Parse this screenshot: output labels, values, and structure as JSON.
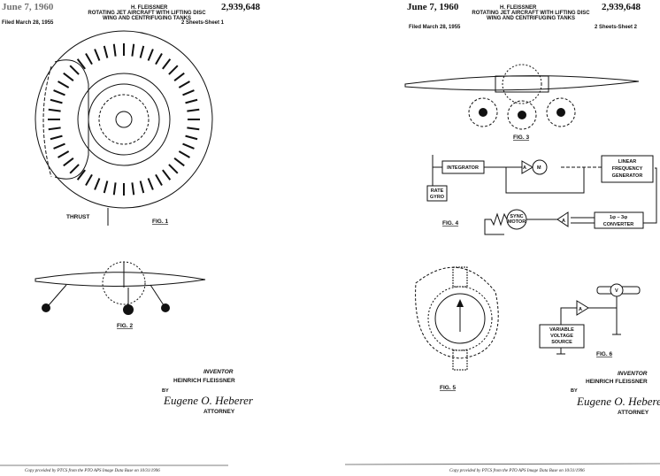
{
  "sheets": [
    {
      "date": "June 7, 1960",
      "inventor_name": "H. FLEISSNER",
      "patent_number": "2,939,648",
      "title_line1": "ROTATING JET AIRCRAFT WITH LIFTING DISC",
      "title_line2": "WING AND CENTRIFUGING TANKS",
      "filed": "Filed March 28, 1955",
      "sheet": "2 Sheets-Sheet 1",
      "figures": [
        "FIG. 1",
        "FIG. 2"
      ],
      "thrust_label": "THRUST",
      "inventor_label": "INVENTOR",
      "inventor": "HEINRICH FLEISSNER",
      "by": "BY",
      "signature": "Eugene O. Heberer",
      "attorney": "ATTORNEY",
      "footer": "Copy provided by PTCS from the PTO APS Image Data Base on 10/31/1996"
    },
    {
      "date": "June 7, 1960",
      "inventor_name": "H. FLEISSNER",
      "patent_number": "2,939,648",
      "title_line1": "ROTATING JET AIRCRAFT WITH LIFTING DISC",
      "title_line2": "WING AND CENTRIFUGING TANKS",
      "filed": "Filed March 28, 1955",
      "sheet": "2 Sheets-Sheet 2",
      "figures": [
        "FIG. 3",
        "FIG. 4",
        "FIG. 5",
        "FIG. 6"
      ],
      "blocks": {
        "integrator": "INTEGRATOR",
        "lfg1": "LINEAR",
        "lfg2": "FREQUENCY",
        "lfg3": "GENERATOR",
        "gyro1": "RATE",
        "gyro2": "GYRO",
        "sync1": "SYNC",
        "sync2": "MOTOR",
        "conv1": "1φ – 3φ",
        "conv2": "CONVERTER",
        "vvs1": "VARIABLE",
        "vvs2": "VOLTAGE",
        "vvs3": "SOURCE",
        "amp": "A",
        "motor": "M",
        "volt": "V"
      },
      "inventor_label": "INVENTOR",
      "inventor": "HEINRICH FLEISSNER",
      "by": "BY",
      "signature": "Eugene O. Heberer",
      "attorney": "ATTORNEY",
      "footer": "Copy provided by PTCS from the PTO APS Image Data Base on 10/31/1996"
    }
  ]
}
